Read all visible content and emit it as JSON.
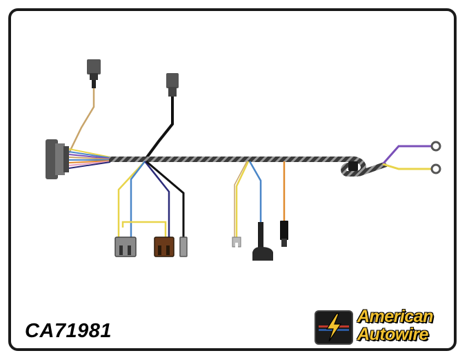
{
  "part_number": "CA71981",
  "brand": {
    "line1": "American",
    "line2": "Autowire",
    "logo_icon": "lightning-bolt-icon",
    "accent_color": "#f2c12e"
  },
  "colors": {
    "frame": "#1a1a1a",
    "harness_sleeve": "#3a3a3a",
    "wire_black": "#111111",
    "wire_yellow": "#e8d44a",
    "wire_blue": "#4a86c8",
    "wire_purple": "#7a4fb8",
    "wire_tan": "#c8a46a",
    "wire_orange": "#e08a2c",
    "wire_pink": "#e8a0c0",
    "wire_navy": "#2a2a78",
    "connector_gray": "#8a8a8a",
    "connector_brown": "#6a3a1a"
  }
}
